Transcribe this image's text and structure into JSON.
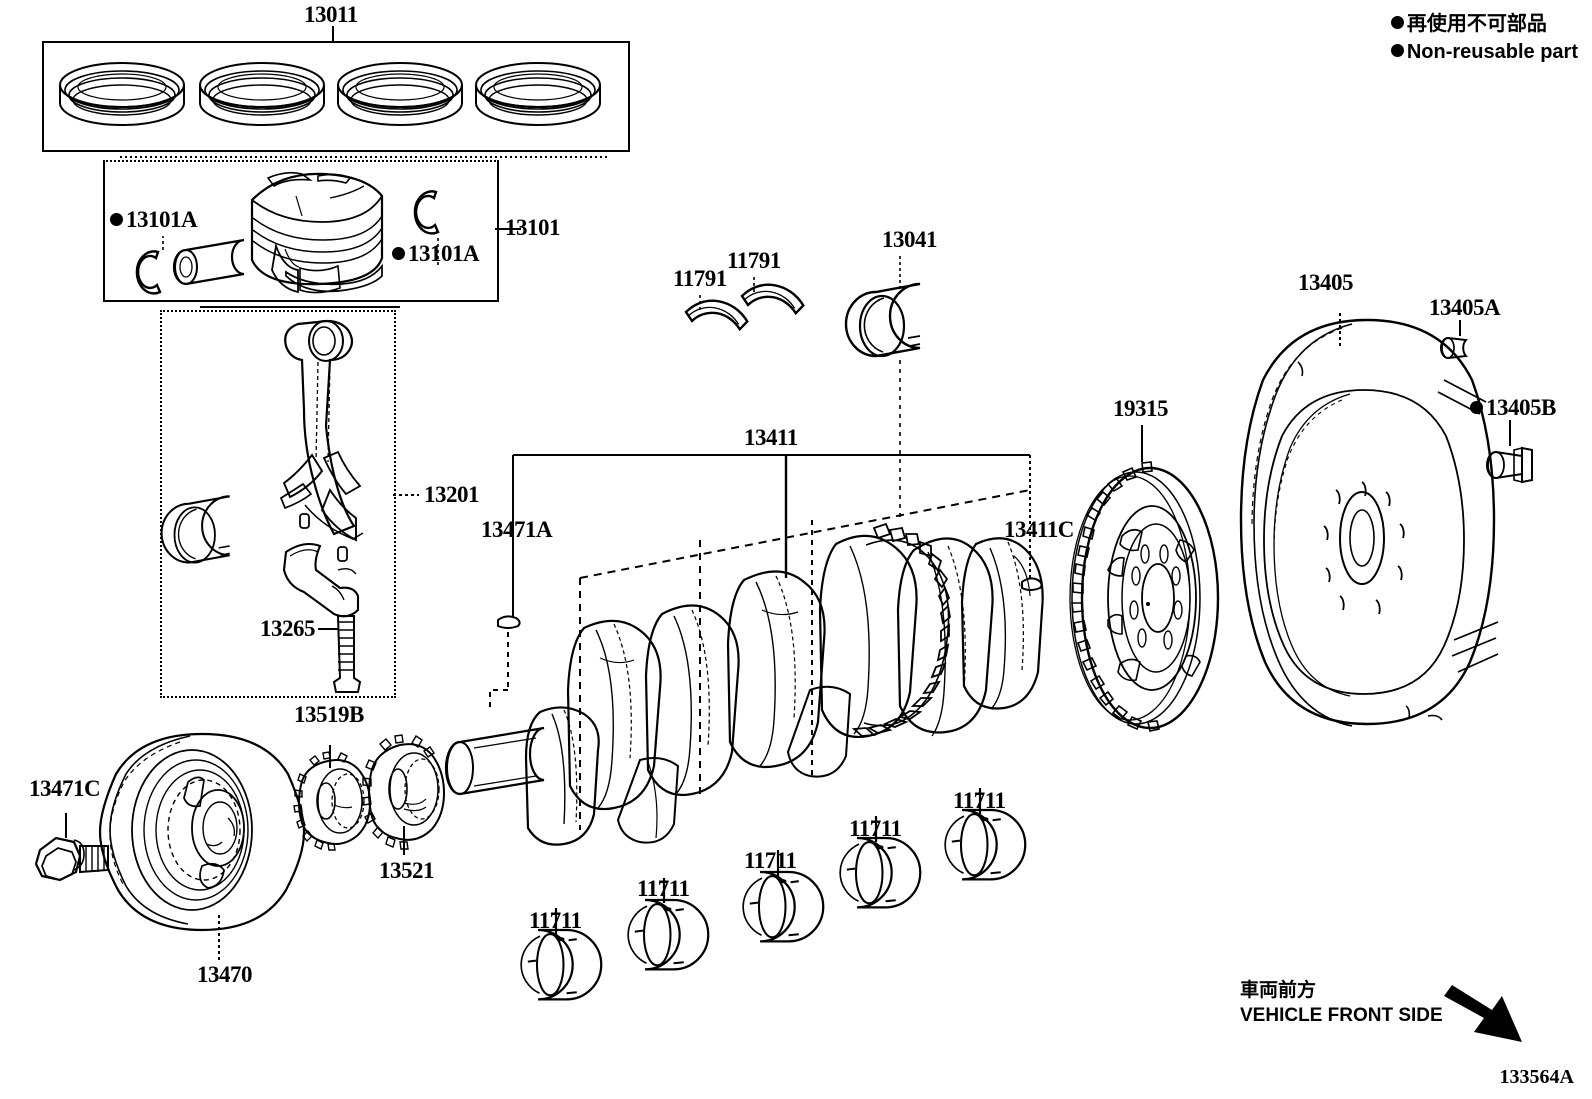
{
  "diagram": {
    "id_code": "133564A",
    "legend": {
      "jp": "再使用不可部品",
      "en": "Non-reusable part"
    },
    "front_marker": {
      "jp": "車両前方",
      "en": "VEHICLE FRONT SIDE"
    }
  },
  "parts": {
    "piston_ring_set": "13011",
    "piston": "13101",
    "piston_pin_snap_ring_left": "13101A",
    "piston_pin_snap_ring_right": "13101A",
    "connecting_rod": "13201",
    "connecting_rod_bolt": "13265",
    "crankshaft": "13411",
    "crank_key_front": "13471A",
    "crank_key_rear": "13411C",
    "thrust_washer_left": "11791",
    "thrust_washer_right": "11791",
    "conrod_bearing": "13041",
    "drive_plate": "19315",
    "flywheel": "13405",
    "flywheel_pin": "13405A",
    "flywheel_bolt": "13405B",
    "pulley_bolt": "13471C",
    "crank_pulley": "13470",
    "oil_pump_drive_gear": "13519B",
    "crank_timing_sprocket": "13521",
    "main_bearing_1": "11711",
    "main_bearing_2": "11711",
    "main_bearing_3": "11711",
    "main_bearing_4": "11711",
    "main_bearing_5": "11711"
  },
  "colors": {
    "line": "#000000",
    "background": "#ffffff"
  }
}
